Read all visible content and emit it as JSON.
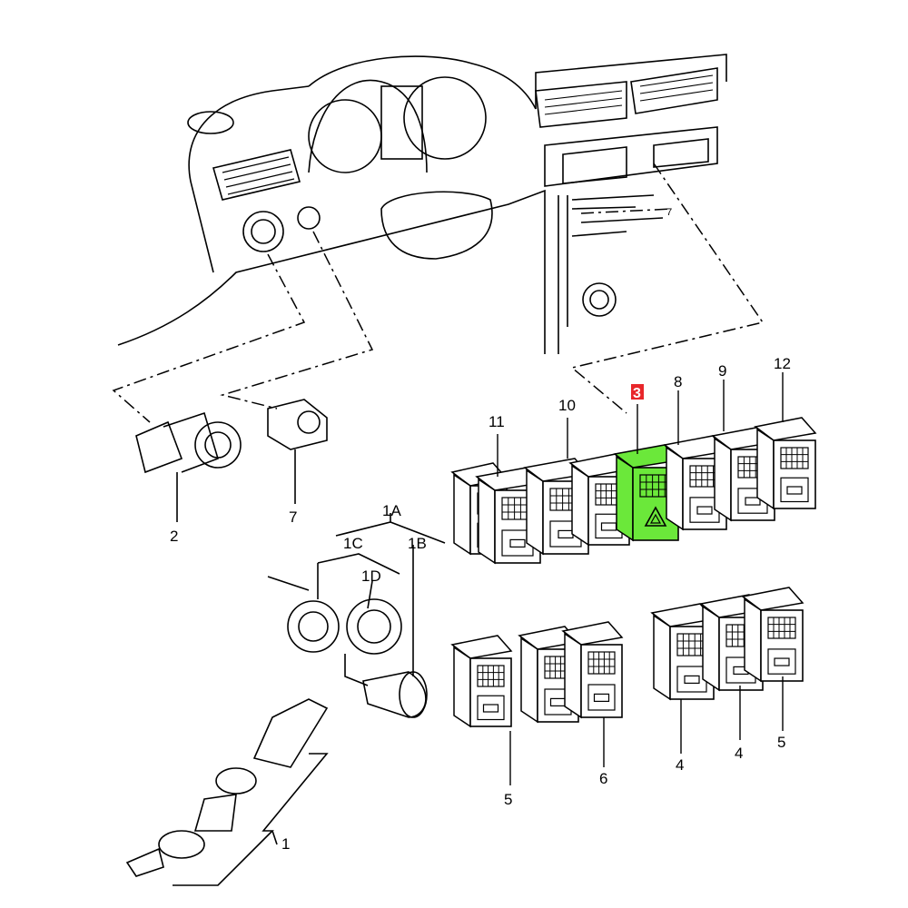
{
  "diagram": {
    "highlight_color": "#6be83a",
    "selected_label_color": "#e8262a",
    "selected_part": "3",
    "callouts": {
      "p11": "11",
      "p10": "10",
      "p3": "3",
      "p8": "8",
      "p9": "9",
      "p12": "12",
      "p2": "2",
      "p7": "7",
      "p1A": "1A",
      "p1C": "1C",
      "p1B": "1B",
      "p1D": "1D",
      "p5a": "5",
      "p6": "6",
      "p4a": "4",
      "p4b": "4",
      "p5b": "5",
      "p1": "1",
      "p7dash": "7"
    }
  }
}
